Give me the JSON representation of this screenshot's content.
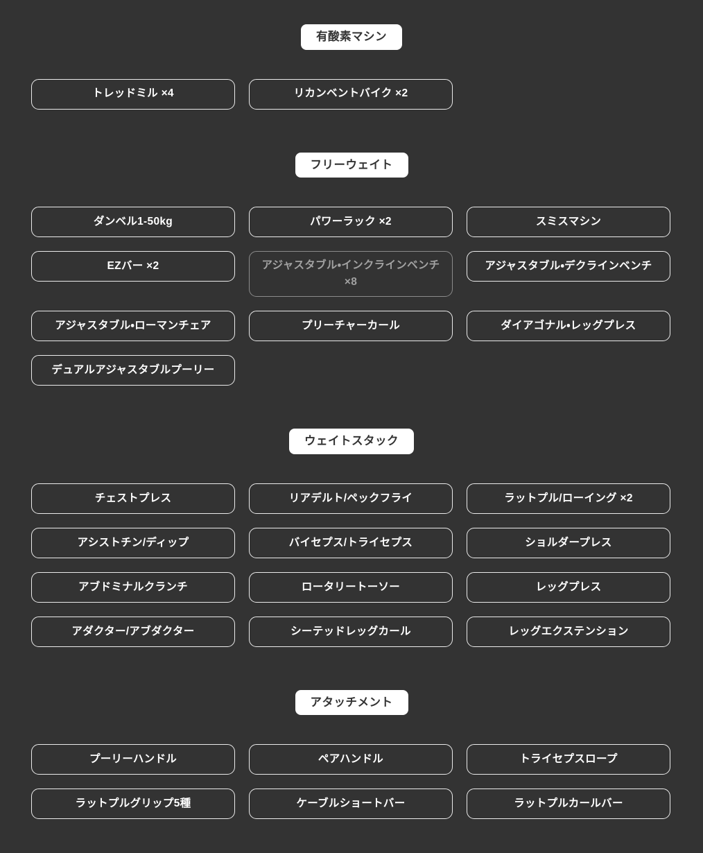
{
  "colors": {
    "background": "#333333",
    "chip-border": "#ececec",
    "chip-text": "#ffffff",
    "chip-dim-border": "#8b8b8b",
    "chip-dim-text": "#a2a2a2",
    "badge-bg": "#ffffff",
    "badge-text": "#333333"
  },
  "sections": [
    {
      "title": "有酸素マシン",
      "items": [
        {
          "label": "トレッドミル ×4"
        },
        {
          "label": "リカンベントバイク ×2"
        }
      ]
    },
    {
      "title": "フリーウェイト",
      "items": [
        {
          "label": "ダンベル1-50kg"
        },
        {
          "label": "パワーラック ×2"
        },
        {
          "label": "スミスマシン"
        },
        {
          "label": "EZバー ×2"
        },
        {
          "label": "アジャスタブル・インクラインベンチ ×8",
          "dimmed": true
        },
        {
          "label": "アジャスタブル・デクラインベンチ"
        },
        {
          "label": "アジャスタブル・ローマンチェア"
        },
        {
          "label": "プリーチャーカール"
        },
        {
          "label": "ダイアゴナル・レッグプレス"
        },
        {
          "label": "デュアルアジャスタブルプーリー"
        }
      ]
    },
    {
      "title": "ウェイトスタック",
      "items": [
        {
          "label": "チェストプレス"
        },
        {
          "label": "リアデルト/ペックフライ"
        },
        {
          "label": "ラットプル/ローイング ×2"
        },
        {
          "label": "アシストチン/ディップ"
        },
        {
          "label": "バイセプス/トライセプス"
        },
        {
          "label": "ショルダープレス"
        },
        {
          "label": "アブドミナルクランチ"
        },
        {
          "label": "ロータリートーソー"
        },
        {
          "label": "レッグプレス"
        },
        {
          "label": "アダクター/アブダクター"
        },
        {
          "label": "シーテッドレッグカール"
        },
        {
          "label": "レッグエクステンション"
        }
      ]
    },
    {
      "title": "アタッチメント",
      "items": [
        {
          "label": "プーリーハンドル"
        },
        {
          "label": "ペアハンドル"
        },
        {
          "label": "トライセプスロープ"
        },
        {
          "label": "ラットプルグリップ5種"
        },
        {
          "label": "ケーブルショートバー"
        },
        {
          "label": "ラットプルカールバー"
        }
      ]
    }
  ]
}
